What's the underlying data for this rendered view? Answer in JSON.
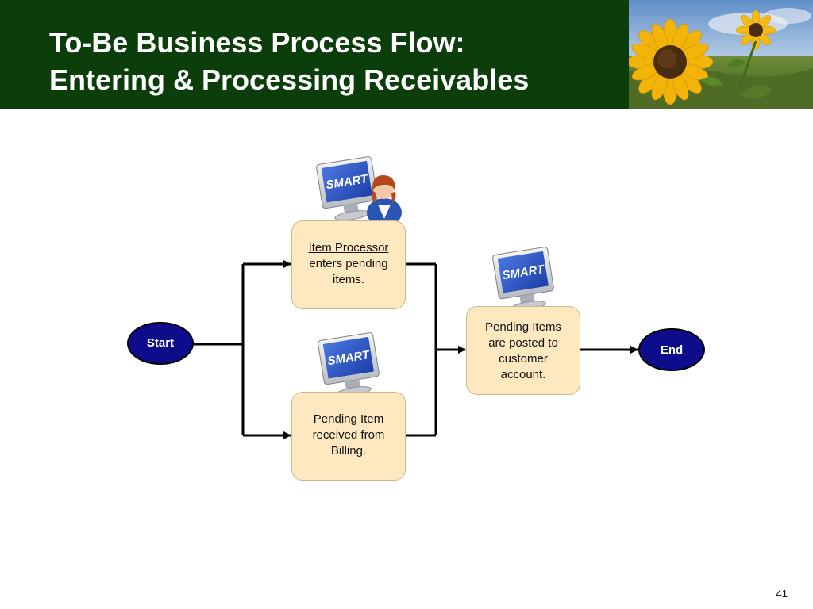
{
  "slide": {
    "title_line1": "To-Be Business Process Flow:",
    "title_line2": "Entering & Processing Receivables",
    "page_number": "41"
  },
  "diagram": {
    "start": "Start",
    "end": "End",
    "monitor_label": "SMART",
    "box_processor": {
      "line1": "Item Processor",
      "line2": "enters pending",
      "line3": "items."
    },
    "box_billing": {
      "line1": "Pending Item",
      "line2": "received from",
      "line3": "Billing."
    },
    "box_posted": {
      "line1": "Pending Items",
      "line2": "are posted to",
      "line3": "customer",
      "line4": "account."
    }
  },
  "colors": {
    "header_bg": "#0b3e0b",
    "terminal_fill": "#0d0d8c",
    "box_fill": "#fde8c0",
    "monitor_screen": "#2d58c8"
  }
}
